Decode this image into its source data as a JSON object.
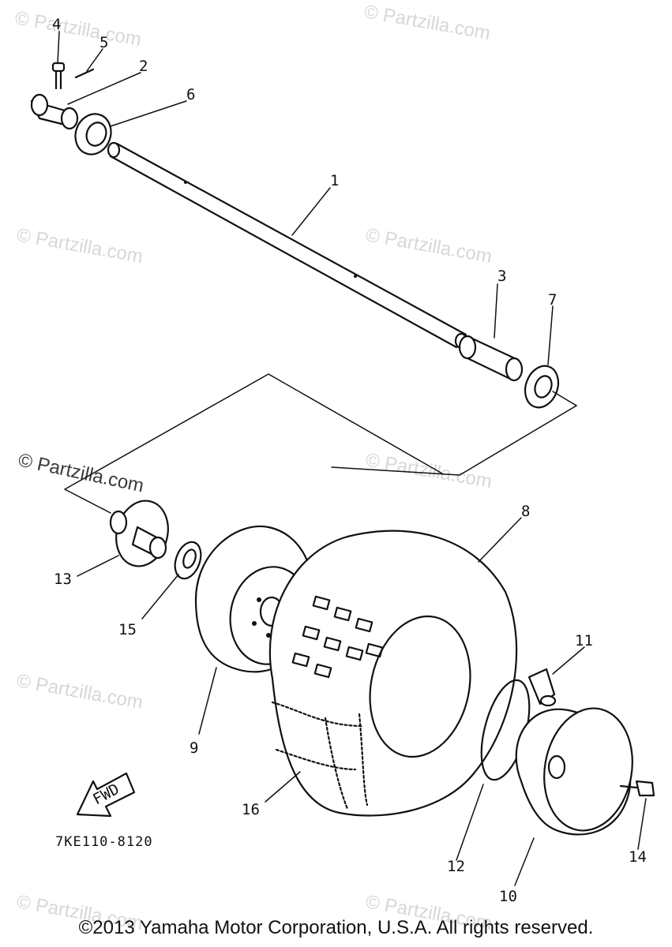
{
  "watermark": "© Partzilla.com",
  "drawing_code": "7KE110-8120",
  "direction_label": "FWD",
  "callouts": [
    "1",
    "2",
    "3",
    "4",
    "5",
    "6",
    "7",
    "8",
    "9",
    "10",
    "11",
    "12",
    "13",
    "14",
    "15",
    "16"
  ],
  "copyright": "©2013  Yamaha Motor Corporation, U.S.A. All rights reserved."
}
